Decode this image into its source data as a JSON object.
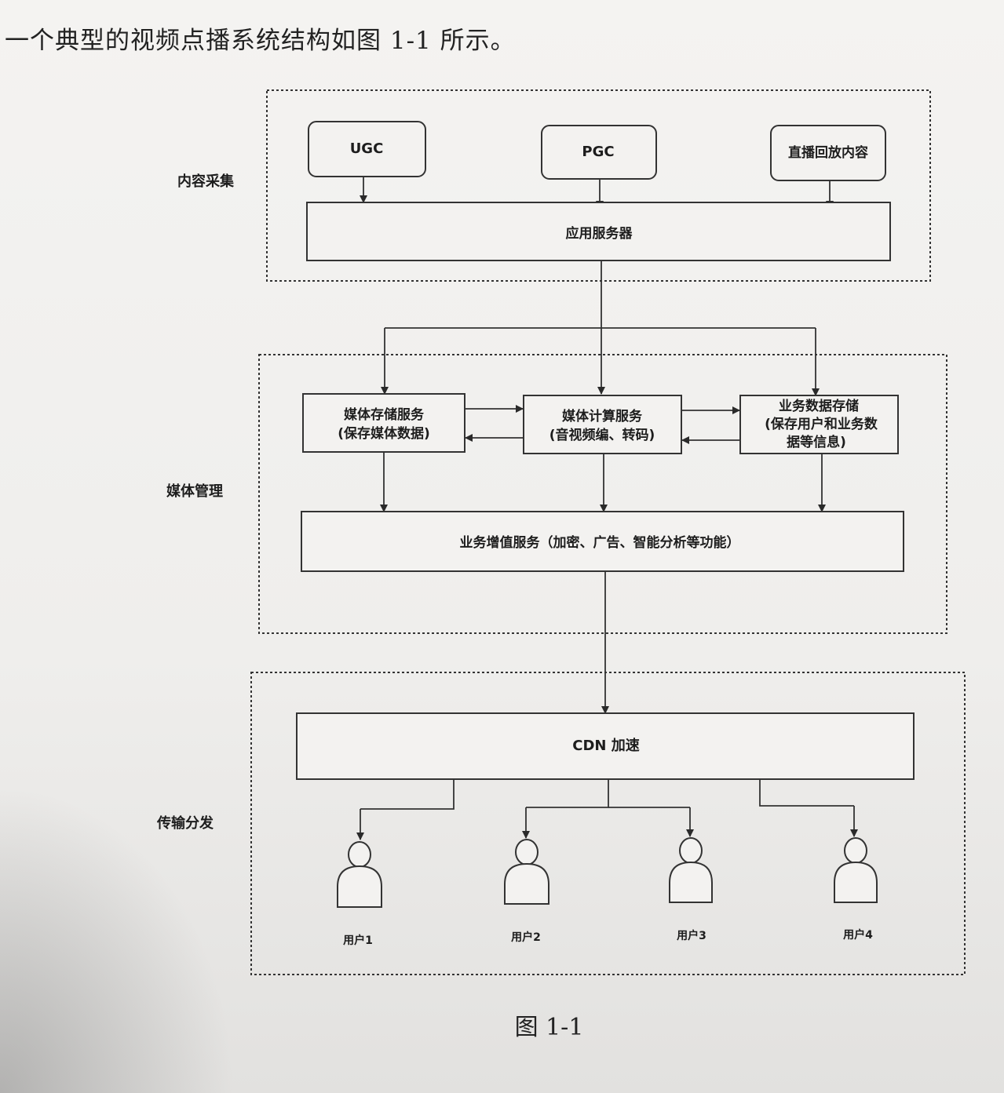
{
  "intro_text": "一个典型的视频点播系统结构如图 1-1 所示。",
  "caption": "图 1-1",
  "sections": {
    "content": "内容采集",
    "media": "媒体管理",
    "delivery": "传输分发"
  },
  "sources": {
    "ugc": "UGC",
    "pgc": "PGC",
    "live": "直播回放内容"
  },
  "app_server": "应用服务器",
  "media_storage": {
    "line1": "媒体存储服务",
    "line2": "(保存媒体数据)"
  },
  "media_compute": {
    "line1": "媒体计算服务",
    "line2": "(音视频编、转码)"
  },
  "biz_storage": {
    "line1": "业务数据存储",
    "line2": "(保存用户和业务数",
    "line3": "据等信息)"
  },
  "value_added": "业务增值服务（加密、广告、智能分析等功能）",
  "cdn": "CDN 加速",
  "users": [
    "用户1",
    "用户2",
    "用户3",
    "用户4"
  ]
}
